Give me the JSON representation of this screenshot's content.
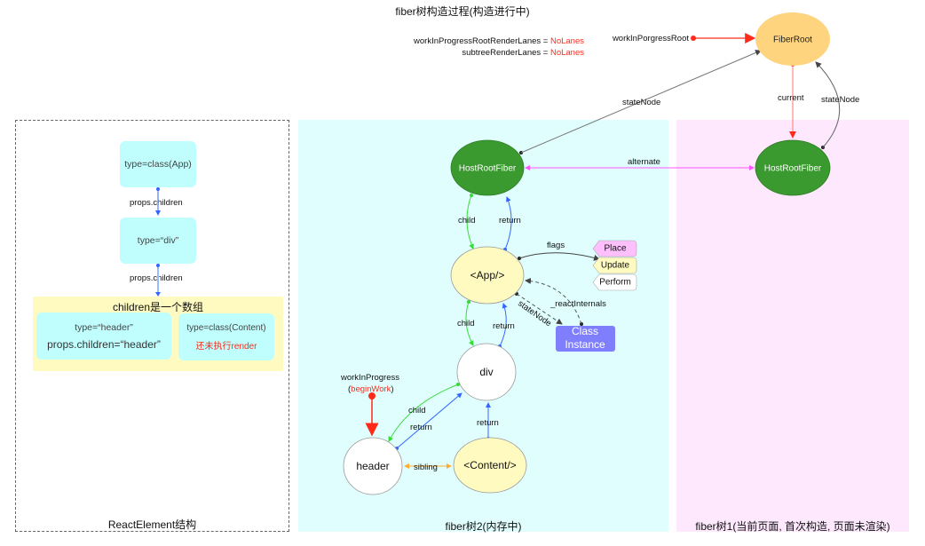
{
  "title": "fiber树构造过程(构造进行中)",
  "lanes": {
    "root_render_lanes_label": "workInProgressRootRenderLanes = ",
    "root_render_lanes_value": "NoLanes",
    "subtree_render_lanes_label": "subtreeRenderLanes = ",
    "subtree_render_lanes_value": "NoLanes"
  },
  "work_in_progress_root_label": "workInPorgressRoot",
  "fiber_root_label": "FiberRoot",
  "panels": {
    "react_element_caption": "ReactElement结构",
    "fiber_tree2_caption": "fiber树2(内存中)",
    "fiber_tree1_caption": "fiber树1(当前页面, 首次构造, 页面未渲染)"
  },
  "react_element": {
    "app_box": "type=class(App)",
    "div_box": "type=“div”",
    "edge_label_1": "props.children",
    "edge_label_2": "props.children",
    "array_title": "children是一个数组",
    "header_type": "type=“header”",
    "header_props": "props.children=“header”",
    "content_type": "type=class(Content)",
    "content_note": "还未执行render"
  },
  "fiber_tree2": {
    "host_root_fiber": "HostRootFiber",
    "app_node": "<App/>",
    "div_node": "div",
    "header_node": "header",
    "content_node": "<Content/>",
    "class_instance_line1": "Class",
    "class_instance_line2": "Instance",
    "edge_child_1": "child",
    "edge_return_1": "return",
    "edge_child_2": "child",
    "edge_return_2": "return",
    "edge_child_3": "child",
    "edge_return_3": "return",
    "edge_return_4": "return",
    "edge_sibling": "sibling",
    "edge_flags": "flags",
    "edge_react_internals": "_reactInternals",
    "edge_state_node": "stateNode",
    "flags": [
      "Place",
      "Update",
      "Perform"
    ],
    "work_in_progress_label": "workInProgress",
    "begin_work_open": "(",
    "begin_work": "beginWork",
    "begin_work_close": ")"
  },
  "fiber_tree1": {
    "host_root_fiber": "HostRootFiber",
    "edge_current": "current",
    "edge_state_node": "stateNode"
  },
  "cross_edges": {
    "state_node_to_wip": "stateNode",
    "alternate": "alternate"
  },
  "colors": {
    "fiber_root": "#fed47f",
    "host_root_fiber": "#3a9a2f",
    "component_node": "#fffbc0",
    "host_node": "#ffffff",
    "class_instance": "#7f7ffe",
    "flag_place": "#fdc0fd",
    "flag_update": "#fffbc0",
    "flag_perform": "#ffffff",
    "red_accent": "#ff2a1a"
  }
}
